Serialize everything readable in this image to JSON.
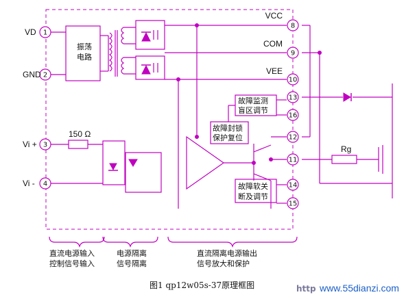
{
  "pins": [
    {
      "num": "1",
      "label": "VD"
    },
    {
      "num": "2",
      "label": "GND"
    },
    {
      "num": "3",
      "label": "Vi +"
    },
    {
      "num": "4",
      "label": "Vi -"
    },
    {
      "num": "8",
      "label": "VCC"
    },
    {
      "num": "9",
      "label": "COM"
    },
    {
      "num": "10",
      "label": "VEE"
    },
    {
      "num": "11",
      "label": ""
    },
    {
      "num": "12",
      "label": ""
    },
    {
      "num": "13",
      "label": ""
    },
    {
      "num": "14",
      "label": ""
    },
    {
      "num": "15",
      "label": ""
    },
    {
      "num": "16",
      "label": ""
    }
  ],
  "blocks": {
    "oscillator": [
      "振荡",
      "电路"
    ],
    "fault_detect": [
      "故障监测",
      "盲区调节"
    ],
    "fault_lock": [
      "故障封锁",
      "保护复位"
    ],
    "soft_off": [
      "故障软关",
      "断及调节"
    ]
  },
  "resistors": {
    "input": "150 Ω",
    "gate": "Rg"
  },
  "sections": [
    [
      "直流电源输入",
      "控制信号输入"
    ],
    [
      "电源隔离",
      "信号隔离"
    ],
    [
      "直流隔离电源输出",
      "信号放大和保护"
    ]
  ],
  "caption": "图1 qp12w05s-37原理框图",
  "watermark": {
    "prefix": "http",
    "site": "www.55dianzi.com"
  }
}
